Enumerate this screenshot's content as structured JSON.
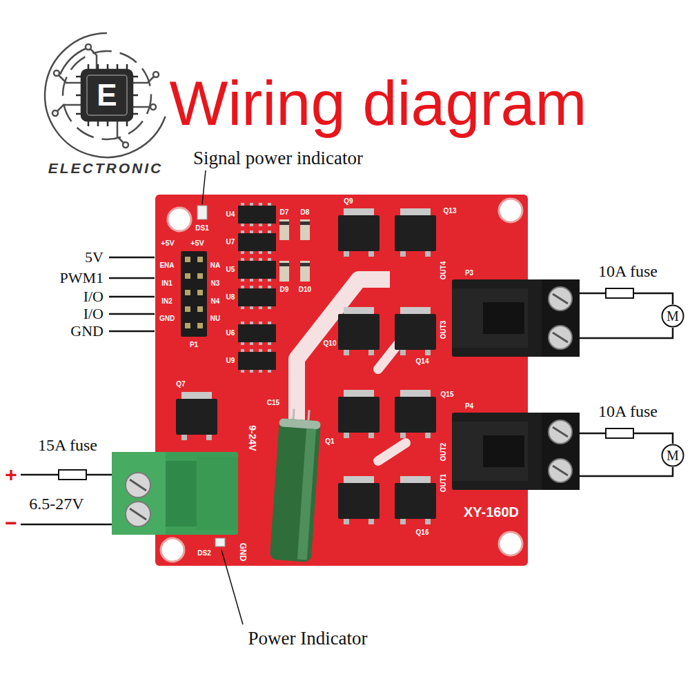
{
  "diagram": {
    "title": "Wiring diagram",
    "nodes": [
      {
        "text": [
          "M"
        ]
      },
      {
        "text": [
          "M"
        ]
      }
    ],
    "labels": [
      "ELECTRONIC",
      "Signal power indicator",
      "DS1",
      "+5V",
      "+5V",
      "ENA",
      "IN1",
      "IN2",
      "GND",
      "NA",
      "N3",
      "N4",
      "NU",
      "P1",
      "5V",
      "PWM1",
      "I/O",
      "I/O",
      "GND",
      "U4",
      "U7",
      "U5",
      "U8",
      "U6",
      "U9",
      "D7",
      "D8",
      "D9",
      "D10",
      "Q9",
      "Q13",
      "Q10",
      "Q14",
      "Q15",
      "Q1",
      "Q16",
      "Q7",
      "C15",
      "P3",
      "P4",
      "OUT4",
      "OUT3",
      "OUT2",
      "OUT1",
      "XY-160D",
      "9-24V",
      "GND",
      "DS2",
      "10A fuse",
      "10A fuse",
      "15A fuse",
      "+",
      "6.5-27V",
      "−",
      "Power Indicator",
      "E"
    ]
  }
}
